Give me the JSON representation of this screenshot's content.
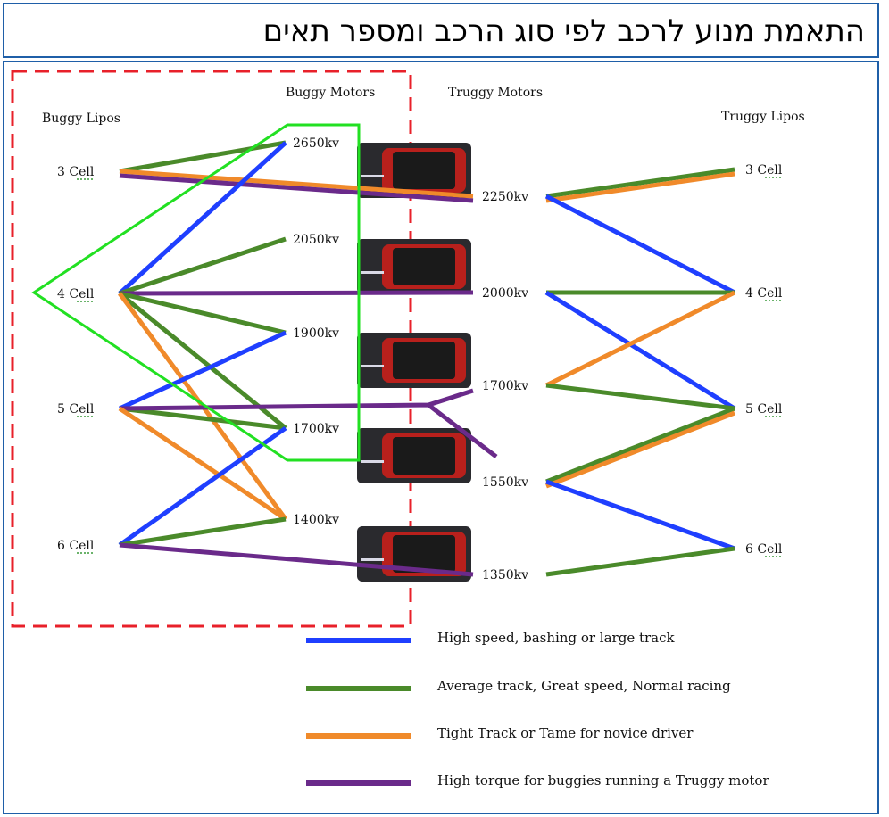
{
  "title": "התאמת מנוע לרכב לפי סוג הרכב ומספר תאים",
  "headers": {
    "buggy_lipos": "Buggy Lipos",
    "buggy_motors": "Buggy Motors",
    "truggy_motors": "Truggy Motors",
    "truggy_lipos": "Truggy Lipos"
  },
  "buggy_lipos": [
    "3 Cell",
    "4 Cell",
    "5 Cell",
    "6 Cell"
  ],
  "buggy_motors": [
    "2650kv",
    "2050kv",
    "1900kv",
    "1700kv",
    "1400kv"
  ],
  "truggy_motors": [
    "2250kv",
    "2000kv",
    "1700kv",
    "1550kv",
    "1350kv"
  ],
  "truggy_lipos": [
    "3 Cell",
    "4 Cell",
    "5 Cell",
    "6 Cell"
  ],
  "legend": [
    {
      "key": "blue",
      "label": "High speed, bashing or large track",
      "color": "#1f3fff"
    },
    {
      "key": "green",
      "label": "Average track, Great speed, Normal racing",
      "color": "#4a8a2a"
    },
    {
      "key": "orange",
      "label": "Tight Track or Tame for novice driver",
      "color": "#f08a2a"
    },
    {
      "key": "purple",
      "label": "High torque for buggies running a Truggy motor",
      "color": "#6a2a8a"
    }
  ],
  "colors": {
    "blue": "#1f3fff",
    "green": "#4a8a2a",
    "orange": "#f08a2a",
    "purple": "#6a2a8a",
    "dashed_box": "#e8202a",
    "triangle": "#22e022",
    "frame": "#1f5fa8"
  },
  "connections": [
    {
      "from": "buggy_lipos.0",
      "to": "buggy_motors.0",
      "color": "green"
    },
    {
      "from": "buggy_lipos.0",
      "to": "truggy_motors.0",
      "color": "orange"
    },
    {
      "from": "buggy_lipos.0",
      "to": "truggy_motors.0",
      "color": "purple"
    },
    {
      "from": "buggy_lipos.1",
      "to": "buggy_motors.0",
      "color": "blue"
    },
    {
      "from": "buggy_lipos.1",
      "to": "buggy_motors.1",
      "color": "green"
    },
    {
      "from": "buggy_lipos.1",
      "to": "truggy_motors.1",
      "color": "purple"
    },
    {
      "from": "buggy_lipos.1",
      "to": "buggy_motors.2",
      "color": "green"
    },
    {
      "from": "buggy_lipos.1",
      "to": "buggy_motors.3",
      "color": "green"
    },
    {
      "from": "buggy_lipos.1",
      "to": "buggy_motors.4",
      "color": "orange"
    },
    {
      "from": "buggy_lipos.2",
      "to": "buggy_motors.2",
      "color": "blue"
    },
    {
      "from": "buggy_lipos.2",
      "to": "buggy_motors.3",
      "color": "green"
    },
    {
      "from": "buggy_lipos.2",
      "to": "truggy_motors.2",
      "color": "purple"
    },
    {
      "from": "buggy_lipos.2",
      "to": "buggy_motors.4",
      "color": "orange"
    },
    {
      "from": "buggy_lipos.3",
      "to": "buggy_motors.3",
      "color": "blue"
    },
    {
      "from": "buggy_lipos.3",
      "to": "buggy_motors.4",
      "color": "green"
    },
    {
      "from": "buggy_lipos.3",
      "to": "truggy_motors.4",
      "color": "purple"
    },
    {
      "from": "truggy_motors.0",
      "to": "truggy_lipos.0",
      "color": "green"
    },
    {
      "from": "truggy_motors.0",
      "to": "truggy_lipos.0",
      "color": "orange"
    },
    {
      "from": "truggy_motors.0",
      "to": "truggy_lipos.1",
      "color": "blue"
    },
    {
      "from": "truggy_motors.1",
      "to": "truggy_lipos.1",
      "color": "green"
    },
    {
      "from": "truggy_motors.1",
      "to": "truggy_lipos.2",
      "color": "blue"
    },
    {
      "from": "truggy_motors.2",
      "to": "truggy_lipos.1",
      "color": "orange"
    },
    {
      "from": "truggy_motors.2",
      "to": "truggy_lipos.2",
      "color": "green"
    },
    {
      "from": "truggy_motors.3",
      "to": "truggy_lipos.2",
      "color": "green"
    },
    {
      "from": "truggy_motors.3",
      "to": "truggy_lipos.2",
      "color": "orange"
    },
    {
      "from": "truggy_motors.3",
      "to": "truggy_lipos.3",
      "color": "blue"
    },
    {
      "from": "truggy_motors.4",
      "to": "truggy_lipos.3",
      "color": "green"
    }
  ]
}
